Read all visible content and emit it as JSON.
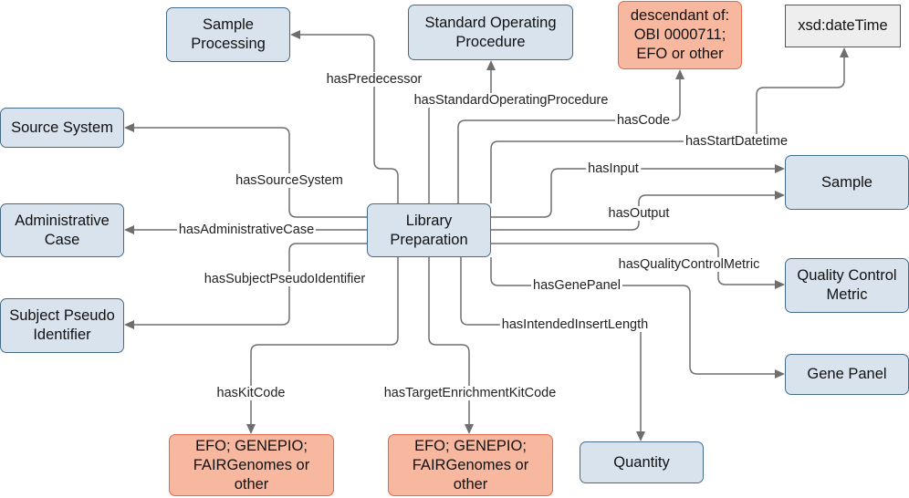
{
  "nodes": {
    "library_preparation": "Library\nPreparation",
    "sample_processing": "Sample\nProcessing",
    "standard_operating_procedure": "Standard Operating\nProcedure",
    "descendant_of": "descendant of:\nOBI 0000711;\nEFO or other",
    "xsd_datetime": "xsd:dateTime",
    "source_system": "Source System",
    "administrative_case": "Administrative\nCase",
    "subject_pseudo_identifier": "Subject Pseudo\nIdentifier",
    "sample": "Sample",
    "quality_control_metric": "Quality Control\nMetric",
    "gene_panel": "Gene Panel",
    "quantity": "Quantity",
    "kit_code_values": "EFO; GENEPIO;\nFAIRGenomes or\nother",
    "target_enrichment_values": "EFO; GENEPIO;\nFAIRGenomes or\nother"
  },
  "edges": {
    "has_predecessor": "hasPredecessor",
    "has_standard_operating_procedure": "hasStandardOperatingProcedure",
    "has_code": "hasCode",
    "has_start_datetime": "hasStartDatetime",
    "has_source_system": "hasSourceSystem",
    "has_input": "hasInput",
    "has_output": "hasOutput",
    "has_administrative_case": "hasAdministrativeCase",
    "has_quality_control_metric": "hasQualityControlMetric",
    "has_subject_pseudo_identifier": "hasSubjectPseudoIdentifier",
    "has_gene_panel": "hasGenePanel",
    "has_intended_insert_length": "hasIntendedInsertLength",
    "has_kit_code": "hasKitCode",
    "has_target_enrichment_kit_code": "hasTargetEnrichmentKitCode"
  },
  "colors": {
    "class_fill": "#d8e3ed",
    "class_stroke": "#456b86",
    "ontology_fill": "#f8b8a0",
    "ontology_stroke": "#e06a4a",
    "literal_fill": "#eeeeee",
    "edge": "#6e6e6e"
  }
}
